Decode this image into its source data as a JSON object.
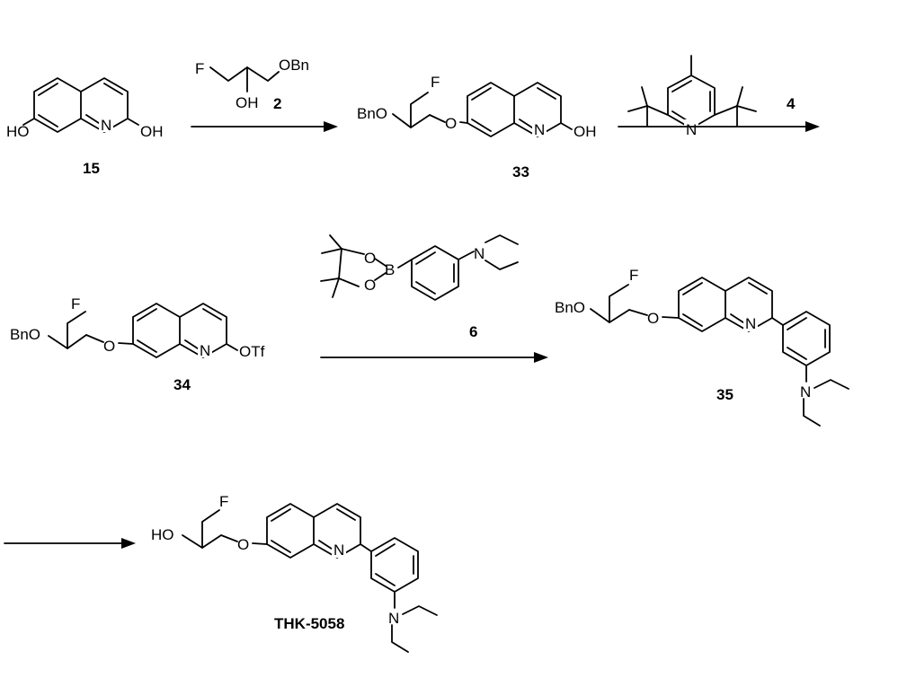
{
  "compounds": {
    "c15": {
      "label": "15",
      "atoms": {
        "ho": "HO",
        "n": "N",
        "oh": "OH"
      }
    },
    "c2": {
      "label": "2",
      "atoms": {
        "f": "F",
        "oh": "OH",
        "obn": "OBn"
      }
    },
    "c33": {
      "label": "33",
      "atoms": {
        "f": "F",
        "bno": "BnO",
        "o": "O",
        "n": "N",
        "oh": "OH"
      }
    },
    "c4": {
      "label": "4",
      "atoms": {
        "n": "N"
      }
    },
    "c34": {
      "label": "34",
      "atoms": {
        "f": "F",
        "bno": "BnO",
        "o": "O",
        "n": "N",
        "otf": "OTf"
      }
    },
    "c6": {
      "label": "6",
      "atoms": {
        "o1": "O",
        "o2": "O",
        "b": "B",
        "n": "N"
      }
    },
    "c35": {
      "label": "35",
      "atoms": {
        "f": "F",
        "bno": "BnO",
        "o": "O",
        "n": "N",
        "n2": "N"
      }
    },
    "thk": {
      "label": "THK-5058",
      "atoms": {
        "f": "F",
        "ho": "HO",
        "o": "O",
        "n": "N",
        "n2": "N"
      }
    }
  }
}
